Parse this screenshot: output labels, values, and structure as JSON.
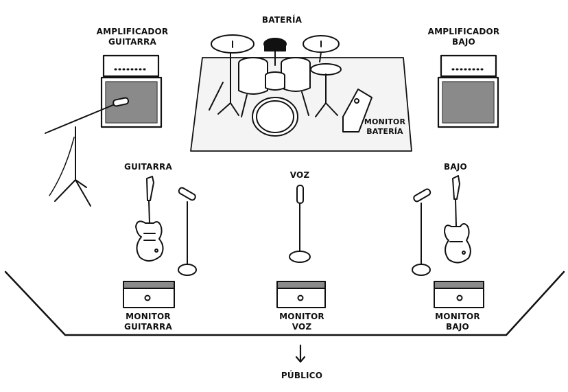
{
  "labels": {
    "drums": "BATERÍA",
    "guitar_amp": [
      "AMPLIFICADOR",
      "GUITARRA"
    ],
    "bass_amp": [
      "AMPLIFICADOR",
      "BAJO"
    ],
    "drum_monitor": [
      "MONITOR",
      "BATERÍA"
    ],
    "guitar": "GUITARRA",
    "vocals": "VOZ",
    "bass": "BAJO",
    "guitar_monitor": [
      "MONITOR",
      "GUITARRA"
    ],
    "vocal_monitor": [
      "MONITOR",
      "VOZ"
    ],
    "bass_monitor": [
      "MONITOR",
      "BAJO"
    ],
    "audience": "PÚBLICO"
  },
  "icons": [
    "drum-kit-icon",
    "amplifier-icon",
    "microphone-stand-icon",
    "electric-guitar-icon",
    "bass-guitar-icon",
    "stage-monitor-icon",
    "arrow-down-icon"
  ],
  "colors": {
    "ink": "#111111",
    "grille": "#8a8a8a",
    "fill": "#ffffff",
    "stage_riser": "#f2f2f2"
  }
}
